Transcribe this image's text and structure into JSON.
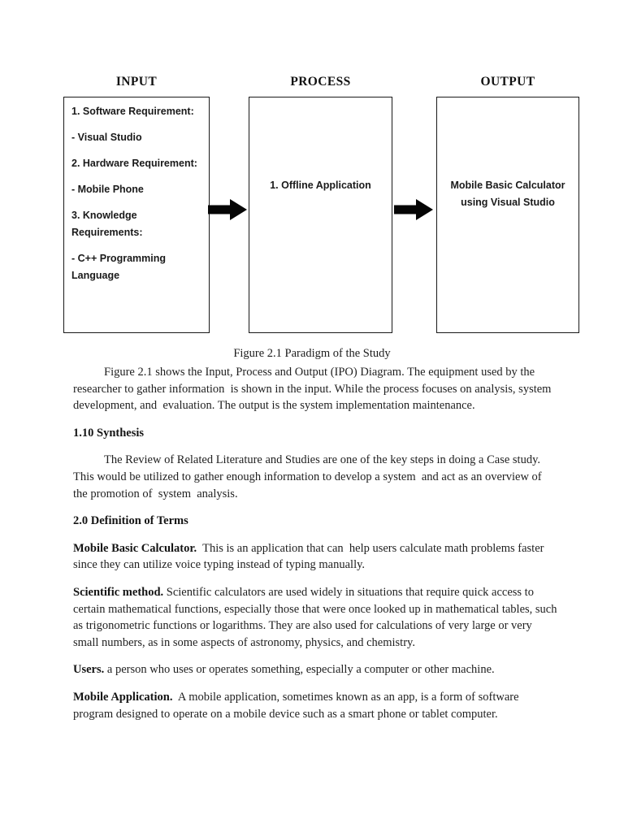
{
  "colors": {
    "page_background": "#ffffff",
    "text": "#1f1f1f",
    "box_border": "#1a1a1a",
    "arrow_fill": "#050505"
  },
  "diagram": {
    "columns": [
      {
        "header": "INPUT",
        "lines": [
          "1. Software Requirement:",
          "- Visual Studio",
          "2. Hardware Requirement:",
          "- Mobile Phone",
          "3. Knowledge\nRequirements:",
          "- C++ Programming\nLanguage"
        ]
      },
      {
        "header": "PROCESS",
        "lines": [
          "1. Offline Application"
        ]
      },
      {
        "header": "OUTPUT",
        "lines": [
          "Mobile Basic Calculator\nusing Visual Studio"
        ]
      }
    ],
    "caption": "Figure 2.1 Paradigm of the Study"
  },
  "body": {
    "para1": "Figure 2.1 shows the Input, Process and Output (IPO) Diagram. The equipment used by the researcher to gather information  is shown in the input. While the process focuses on analysis, system development, and  evaluation. The output is the system implementation maintenance.",
    "heading1": "1.10 Synthesis",
    "para2": "The Review of Related Literature and Studies are one of the key steps in doing a Case study. This would be utilized to gather enough information to develop a system  and act as an overview of the promotion of  system  analysis.",
    "heading2": "2.0 Definition of Terms",
    "definitions": [
      {
        "term": "Mobile Basic Calculator.",
        "text": "  This is an application that can  help users calculate math problems faster since they can utilize voice typing instead of typing manually."
      },
      {
        "term": "Scientific method.",
        "text": " Scientific calculators are used widely in situations that require quick access to certain mathematical functions, especially those that were once looked up in mathematical tables, such as trigonometric functions or logarithms. They are also used for calculations of very large or very small numbers, as in some aspects of astronomy, physics, and chemistry."
      },
      {
        "term": "Users.",
        "text": " a person who uses or operates something, especially a computer or other machine."
      },
      {
        "term": "Mobile Application.",
        "text": "  A mobile application, sometimes known as an app, is a form of software program designed to operate on a mobile device such as a smart phone or tablet computer."
      }
    ]
  }
}
